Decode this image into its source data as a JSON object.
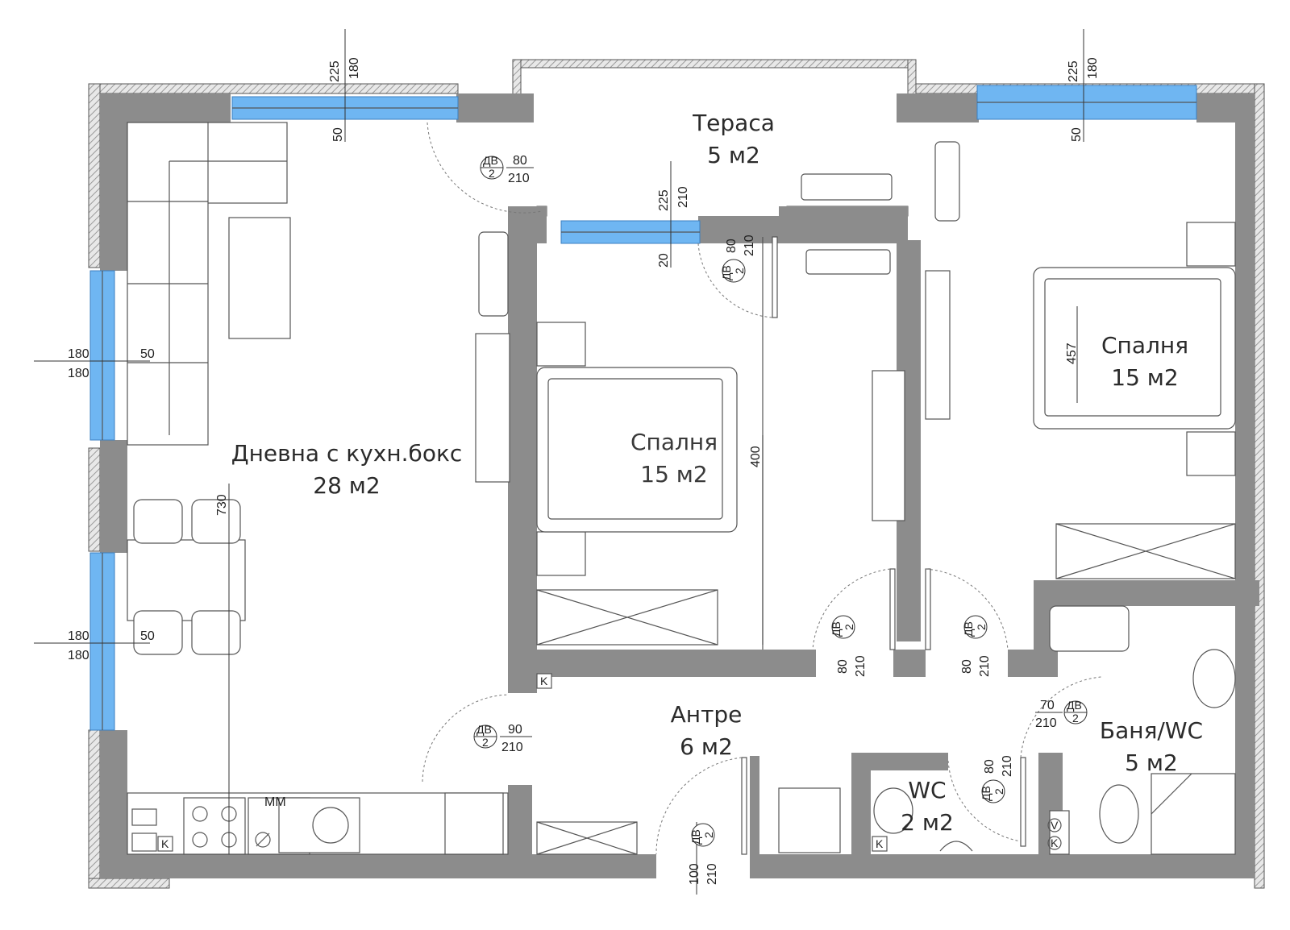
{
  "rooms": {
    "living": {
      "name": "Дневна с кухн.бокс",
      "area": "28 м2"
    },
    "terrace": {
      "name": "Тераса",
      "area": "5 м2"
    },
    "bedroom1": {
      "name": "Спалня",
      "area": "15 м2"
    },
    "bedroom2": {
      "name": "Спалня",
      "area": "15 м2"
    },
    "hall": {
      "name": "Антре",
      "area": "6 м2"
    },
    "wc": {
      "name": "WC",
      "area": "2 м2"
    },
    "bath": {
      "name": "Баня/WC",
      "area": "5 м2"
    }
  },
  "door_tags": {
    "code": "ДВ",
    "count": "2",
    "terrace_door": {
      "width": "80",
      "height": "210"
    },
    "bedroom1_balcony": {
      "width": "80",
      "height": "210"
    },
    "bedroom1_door": {
      "width": "80",
      "height": "210"
    },
    "bedroom2_door": {
      "width": "80",
      "height": "210"
    },
    "living_door": {
      "width": "90",
      "height": "210"
    },
    "bath_door": {
      "width": "70",
      "height": "210"
    },
    "wc_door": {
      "width": "80",
      "height": "210"
    },
    "entrance_door": {
      "width": "100",
      "height": "210"
    }
  },
  "dimensions": {
    "living_window_top": [
      "225",
      "180",
      "50"
    ],
    "bedroom2_window_top": [
      "225",
      "180",
      "50"
    ],
    "terrace_window": [
      "225",
      "210",
      "20"
    ],
    "left_window_upper": [
      "180",
      "180",
      "50"
    ],
    "left_window_lower": [
      "180",
      "180",
      "50"
    ],
    "living_height": "730",
    "bedroom1_height": "400",
    "bedroom2_height": "457"
  },
  "symbols": {
    "meter": "MM",
    "k_marker": "K",
    "v_marker": "V"
  },
  "colors": {
    "wall": "#8c8c8c",
    "window": "#6fb6f2",
    "text": "#2b2b2b"
  }
}
